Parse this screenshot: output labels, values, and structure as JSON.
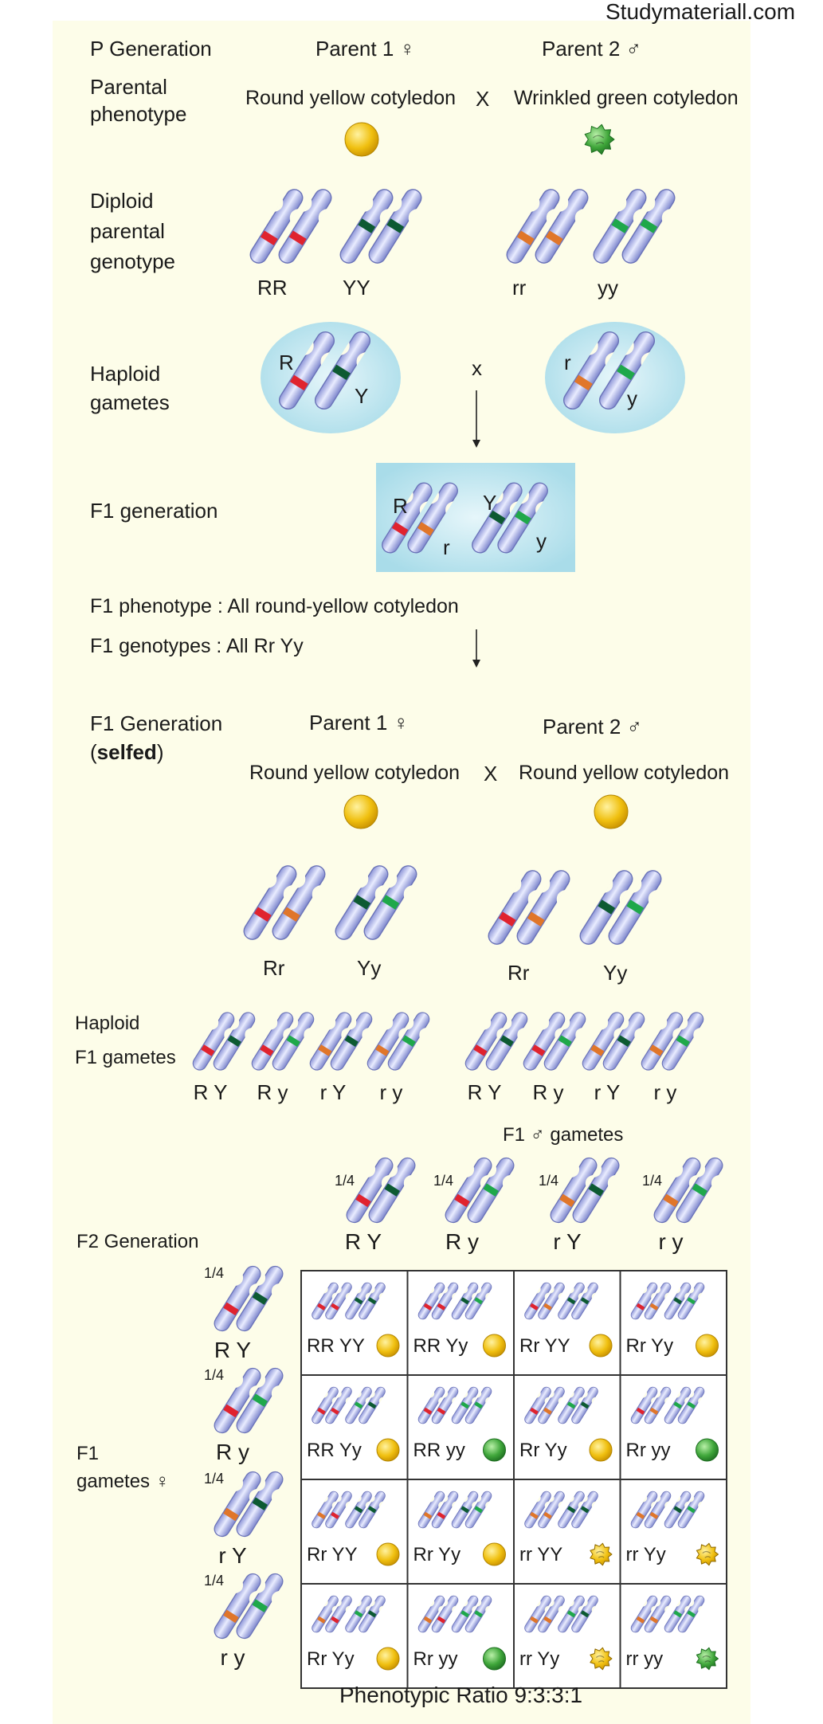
{
  "watermark": "Studymateriall.com",
  "p_generation": {
    "label": "P Generation",
    "parent1": "Parent 1 ♀",
    "parent2": "Parent 2 ♂",
    "phenotype_label": "Parental\nphenotype",
    "parent1_phenotype": "Round yellow cotyledon",
    "cross_symbol": "X",
    "parent2_phenotype": "Wrinkled green cotyledon",
    "genotype_label": "Diploid\nparental\ngenotype",
    "genotypes": [
      "RR",
      "YY",
      "rr",
      "yy"
    ],
    "gametes_label": "Haploid\ngametes",
    "gamete_cross": "x",
    "gamete1_alleles": [
      "R",
      "Y"
    ],
    "gamete2_alleles": [
      "r",
      "y"
    ]
  },
  "f1": {
    "generation_label": "F1 generation",
    "alleles": [
      "R",
      "r",
      "Y",
      "y"
    ],
    "phenotype_line": "F1 phenotype : All round-yellow cotyledon",
    "genotype_line": "F1 genotypes : All Rr Yy",
    "selfed_label_line1": "F1 Generation",
    "selfed_label_line2": "(selfed)",
    "parent1": "Parent 1 ♀",
    "parent2": "Parent 2 ♂",
    "parent1_phenotype": "Round yellow cotyledon",
    "cross_symbol": "X",
    "parent2_phenotype": "Round yellow cotyledon",
    "genotypes": [
      "Rr",
      "Yy",
      "Rr",
      "Yy"
    ],
    "gametes_label_line1": "Haploid",
    "gametes_label_line2": "F1 gametes",
    "gametes_left": [
      "R Y",
      "R y",
      "r Y",
      "r y"
    ],
    "gametes_right": [
      "R Y",
      "R y",
      "r Y",
      "r y"
    ]
  },
  "f2": {
    "generation_label": "F2 Generation",
    "male_gametes_label": "F1 ♂ gametes",
    "female_gametes_label_line1": "F1",
    "female_gametes_label_line2": "gametes ♀",
    "fraction": "1/4",
    "columns": [
      "R Y",
      "R y",
      "r Y",
      "r y"
    ],
    "rows": [
      "R Y",
      "R y",
      "r Y",
      "r y"
    ],
    "grid": [
      [
        {
          "g": "RR  YY",
          "p": "round-yellow"
        },
        {
          "g": "RR  Yy",
          "p": "round-yellow"
        },
        {
          "g": "Rr YY",
          "p": "round-yellow"
        },
        {
          "g": "Rr Yy",
          "p": "round-yellow"
        }
      ],
      [
        {
          "g": "RR  Yy",
          "p": "round-yellow"
        },
        {
          "g": "RR  yy",
          "p": "round-green"
        },
        {
          "g": "Rr  Yy",
          "p": "round-yellow"
        },
        {
          "g": "Rr  yy",
          "p": "round-green"
        }
      ],
      [
        {
          "g": "Rr  YY",
          "p": "round-yellow"
        },
        {
          "g": "Rr  Yy",
          "p": "round-yellow"
        },
        {
          "g": "rr  YY",
          "p": "wrinkled-yellow"
        },
        {
          "g": "rr  Yy",
          "p": "wrinkled-yellow"
        }
      ],
      [
        {
          "g": "Rr  Yy",
          "p": "round-yellow"
        },
        {
          "g": "Rr  yy",
          "p": "round-green"
        },
        {
          "g": "rr  Yy",
          "p": "wrinkled-yellow"
        },
        {
          "g": "rr  yy",
          "p": "wrinkled-green"
        }
      ]
    ],
    "ratio_label": "Phenotypic Ratio 9:3:3:1"
  },
  "colors": {
    "panel": "#fdfde9",
    "chromosome": "#c9d0f3",
    "chromosome_outline": "#6a73b8",
    "R": "#e0232e",
    "r": "#e0762a",
    "Y": "#0d5a32",
    "y": "#1fa84a",
    "seed_yellow": "#f0c010",
    "seed_green": "#3fa63a",
    "wrinkled_yellow": "#d9a41a",
    "wrinkled_green": "#3b9a3f",
    "gamete_bubble": "#bfe4ee"
  }
}
